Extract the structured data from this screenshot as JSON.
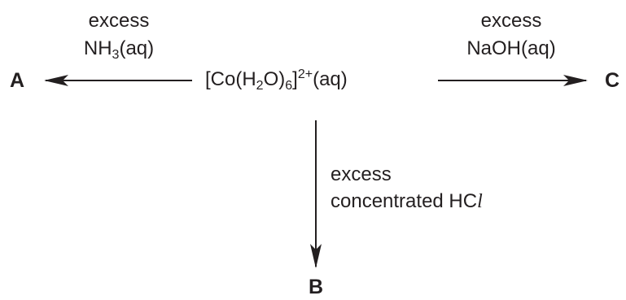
{
  "reactant": {
    "prefix": "[Co(H",
    "sub1": "2",
    "mid": "O)",
    "sub2": "6",
    "close": "]",
    "charge": "2+",
    "state": "(aq)"
  },
  "left": {
    "reagent_line1": "excess",
    "reagent_prefix": "NH",
    "reagent_sub": "3",
    "reagent_suffix": "(aq)",
    "product": "A"
  },
  "right": {
    "reagent_line1": "excess",
    "reagent_line2": "NaOH(aq)",
    "product": "C"
  },
  "down": {
    "reagent_line1": "excess",
    "reagent_line2_prefix": "concentrated HC",
    "reagent_line2_italic": "l",
    "product": "B"
  },
  "colors": {
    "ink": "#231f20"
  }
}
